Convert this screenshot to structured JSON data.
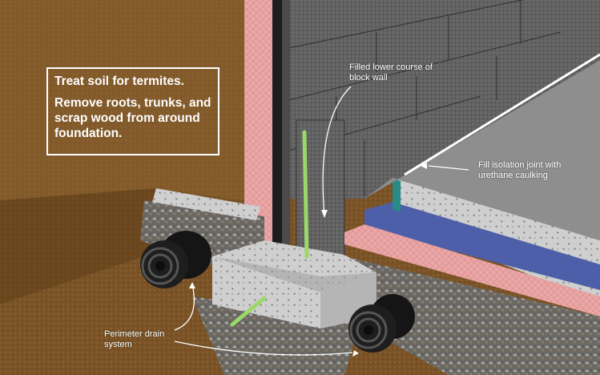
{
  "callout": {
    "line1": "Treat soil for termites.",
    "line2": "Remove roots, trunks, and scrap wood from around foundation."
  },
  "labels": {
    "filled_course": "Filled lower course of block wall",
    "isolation_joint": "Fill isolation joint with urethane caulking",
    "perimeter_drain": "Perimeter drain system"
  },
  "colors": {
    "soil": "#7a5327",
    "block": "#5f5f5f",
    "foam_insulation": "#e9a3a3",
    "concrete": "#cfcfcf",
    "vapor_barrier": "#4d5fa8",
    "drain_pipe": "#1c1c1c",
    "rebar": "#9bd86a",
    "gravel": "#8c8a86"
  }
}
